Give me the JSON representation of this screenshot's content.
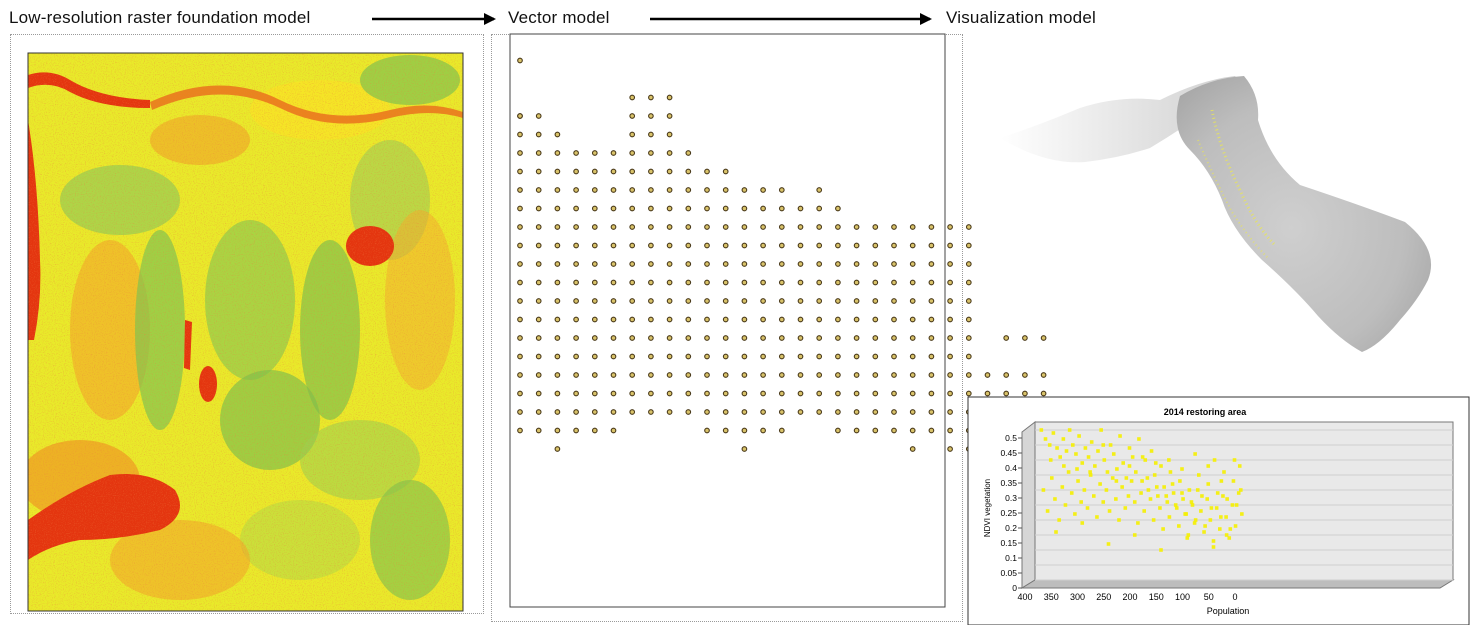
{
  "stages": {
    "raster_label": "Low-resolution raster foundation model",
    "vector_label": "Vector model",
    "visualization_label": "Visualization model"
  },
  "colors": {
    "raster_red": "#e8340f",
    "raster_orange": "#f39a1c",
    "raster_yellow": "#f5f21a",
    "raster_green": "#8ccc4a",
    "vector_point": "#d9c36a",
    "scatter_point": "#f5f000",
    "surface_gray": "#b5b5b5"
  },
  "chart_data": {
    "type": "scatter",
    "title": "2014 restoring area",
    "xlabel": "Population",
    "ylabel": "NDVI vegetation",
    "x_ticks": [
      "400",
      "350",
      "300",
      "250",
      "200",
      "150",
      "100",
      "50",
      "0"
    ],
    "y_ticks": [
      "0",
      "0.05",
      "0.1",
      "0.15",
      "0.2",
      "0.25",
      "0.3",
      "0.35",
      "0.4",
      "0.45",
      "0.5"
    ],
    "xlim": [
      400,
      0
    ],
    "ylim": [
      0,
      0.5
    ],
    "grid": true,
    "legend": "none",
    "points": [
      [
        388,
        0.5
      ],
      [
        380,
        0.47
      ],
      [
        372,
        0.45
      ],
      [
        365,
        0.49
      ],
      [
        358,
        0.44
      ],
      [
        352,
        0.41
      ],
      [
        346,
        0.47
      ],
      [
        340,
        0.43
      ],
      [
        334,
        0.5
      ],
      [
        328,
        0.45
      ],
      [
        322,
        0.42
      ],
      [
        316,
        0.48
      ],
      [
        310,
        0.39
      ],
      [
        304,
        0.44
      ],
      [
        298,
        0.41
      ],
      [
        292,
        0.46
      ],
      [
        286,
        0.38
      ],
      [
        280,
        0.43
      ],
      [
        274,
        0.5
      ],
      [
        268,
        0.4
      ],
      [
        262,
        0.36
      ],
      [
        256,
        0.45
      ],
      [
        250,
        0.42
      ],
      [
        244,
        0.37
      ],
      [
        238,
        0.48
      ],
      [
        232,
        0.39
      ],
      [
        226,
        0.34
      ],
      [
        220,
        0.44
      ],
      [
        214,
        0.41
      ],
      [
        208,
        0.36
      ],
      [
        202,
        0.47
      ],
      [
        196,
        0.33
      ],
      [
        190,
        0.4
      ],
      [
        184,
        0.3
      ],
      [
        178,
        0.43
      ],
      [
        172,
        0.35
      ],
      [
        166,
        0.28
      ],
      [
        160,
        0.38
      ],
      [
        154,
        0.31
      ],
      [
        148,
        0.26
      ],
      [
        142,
        0.36
      ],
      [
        136,
        0.29
      ],
      [
        130,
        0.24
      ],
      [
        124,
        0.33
      ],
      [
        118,
        0.27
      ],
      [
        112,
        0.22
      ],
      [
        106,
        0.3
      ],
      [
        100,
        0.25
      ],
      [
        94,
        0.2
      ],
      [
        88,
        0.35
      ],
      [
        82,
        0.28
      ],
      [
        76,
        0.18
      ],
      [
        70,
        0.32
      ],
      [
        64,
        0.24
      ],
      [
        58,
        0.4
      ],
      [
        52,
        0.29
      ],
      [
        46,
        0.21
      ],
      [
        40,
        0.36
      ],
      [
        34,
        0.27
      ],
      [
        28,
        0.17
      ],
      [
        22,
        0.33
      ],
      [
        16,
        0.25
      ],
      [
        10,
        0.38
      ],
      [
        8,
        0.3
      ],
      [
        384,
        0.3
      ],
      [
        376,
        0.23
      ],
      [
        368,
        0.34
      ],
      [
        362,
        0.27
      ],
      [
        354,
        0.2
      ],
      [
        348,
        0.31
      ],
      [
        342,
        0.25
      ],
      [
        336,
        0.36
      ],
      [
        330,
        0.29
      ],
      [
        324,
        0.22
      ],
      [
        318,
        0.33
      ],
      [
        312,
        0.26
      ],
      [
        306,
        0.3
      ],
      [
        300,
        0.24
      ],
      [
        294,
        0.35
      ],
      [
        288,
        0.28
      ],
      [
        282,
        0.21
      ],
      [
        276,
        0.32
      ],
      [
        270,
        0.26
      ],
      [
        264,
        0.3
      ],
      [
        258,
        0.23
      ],
      [
        252,
        0.34
      ],
      [
        246,
        0.27
      ],
      [
        240,
        0.2
      ],
      [
        234,
        0.31
      ],
      [
        228,
        0.24
      ],
      [
        222,
        0.28
      ],
      [
        216,
        0.33
      ],
      [
        210,
        0.26
      ],
      [
        204,
        0.19
      ],
      [
        198,
        0.29
      ],
      [
        192,
        0.23
      ],
      [
        186,
        0.34
      ],
      [
        180,
        0.27
      ],
      [
        174,
        0.2
      ],
      [
        168,
        0.31
      ],
      [
        162,
        0.24
      ],
      [
        156,
        0.17
      ],
      [
        150,
        0.28
      ],
      [
        144,
        0.21
      ],
      [
        138,
        0.32
      ],
      [
        132,
        0.25
      ],
      [
        126,
        0.18
      ],
      [
        120,
        0.29
      ],
      [
        114,
        0.22
      ],
      [
        108,
        0.15
      ],
      [
        102,
        0.26
      ],
      [
        96,
        0.19
      ],
      [
        90,
        0.3
      ],
      [
        84,
        0.23
      ],
      [
        78,
        0.16
      ],
      [
        72,
        0.27
      ],
      [
        66,
        0.2
      ],
      [
        60,
        0.13
      ],
      [
        54,
        0.24
      ],
      [
        48,
        0.17
      ],
      [
        42,
        0.28
      ],
      [
        36,
        0.21
      ],
      [
        30,
        0.14
      ],
      [
        24,
        0.25
      ],
      [
        18,
        0.18
      ],
      [
        12,
        0.29
      ],
      [
        6,
        0.22
      ],
      [
        370,
        0.4
      ],
      [
        345,
        0.38
      ],
      [
        320,
        0.37
      ],
      [
        295,
        0.36
      ],
      [
        270,
        0.45
      ],
      [
        245,
        0.33
      ],
      [
        220,
        0.38
      ],
      [
        195,
        0.41
      ],
      [
        170,
        0.39
      ],
      [
        145,
        0.4
      ],
      [
        120,
        0.37
      ],
      [
        95,
        0.42
      ],
      [
        70,
        0.38
      ],
      [
        45,
        0.33
      ],
      [
        20,
        0.4
      ],
      [
        360,
        0.16
      ],
      [
        310,
        0.19
      ],
      [
        260,
        0.12
      ],
      [
        210,
        0.15
      ],
      [
        160,
        0.1
      ],
      [
        110,
        0.14
      ],
      [
        60,
        0.11
      ],
      [
        35,
        0.15
      ]
    ]
  }
}
